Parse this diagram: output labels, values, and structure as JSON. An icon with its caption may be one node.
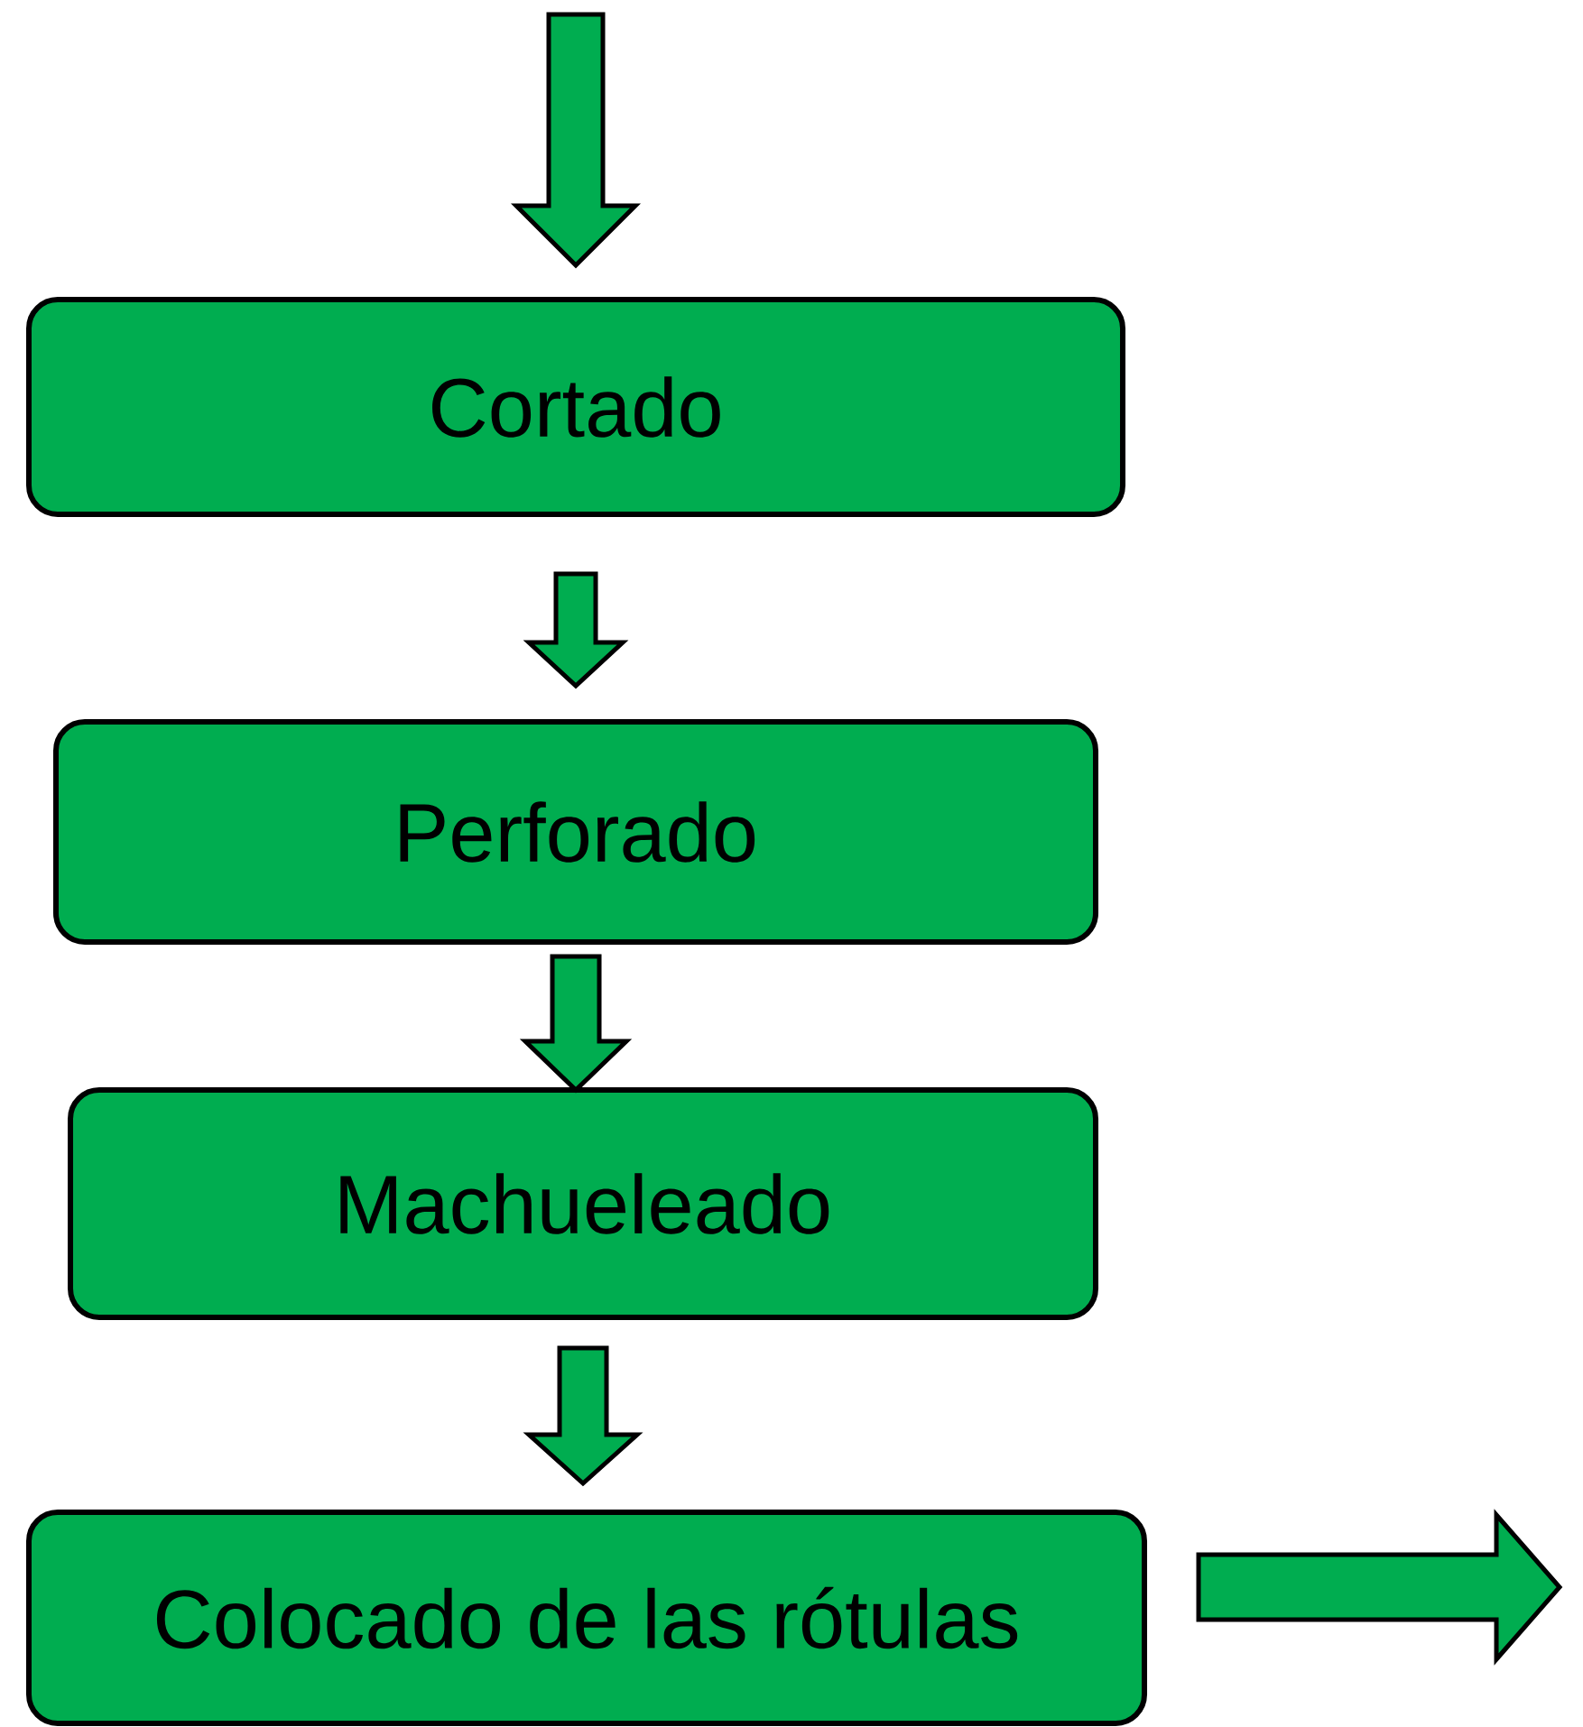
{
  "diagram": {
    "nodes": [
      {
        "text": [
          "Cortado"
        ]
      },
      {
        "text": [
          "Perforado"
        ]
      },
      {
        "text": [
          "Machueleado"
        ]
      },
      {
        "text": [
          "Colocado de las rótulas"
        ]
      }
    ],
    "edges": [
      {
        "from": null,
        "to": 0,
        "arrow": "to"
      },
      {
        "from": 0,
        "to": 1,
        "arrow": "to"
      },
      {
        "from": 1,
        "to": 2,
        "arrow": "to"
      },
      {
        "from": 2,
        "to": 3,
        "arrow": "to"
      },
      {
        "from": 3,
        "to": null,
        "arrow": "to"
      }
    ]
  }
}
